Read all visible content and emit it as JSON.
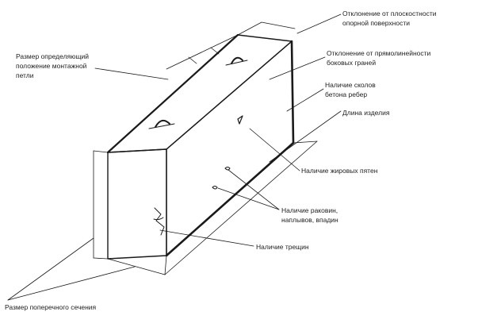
{
  "colors": {
    "ink": "#1a1a1a",
    "background": "#ffffff"
  },
  "labels": {
    "top_right_1": "Отклонение от плоскостности",
    "top_right_2": "опорной поверхности",
    "deviation_1": "Отклонение от прямолинейности",
    "deviation_2": "боковых граней",
    "chips_1": "Наличие сколов",
    "chips_2": "бетона ребер",
    "length": "Длина изделия",
    "grease": "Наличие жировых пятен",
    "left_1": "Размер определяющий",
    "left_2": "положение монтажной",
    "left_3": "петли",
    "shells_1": "Наличие раковин,",
    "shells_2": "наплывов, впадин",
    "cracks": "Наличие трещин",
    "bottom": "Размер поперечного сечения"
  }
}
